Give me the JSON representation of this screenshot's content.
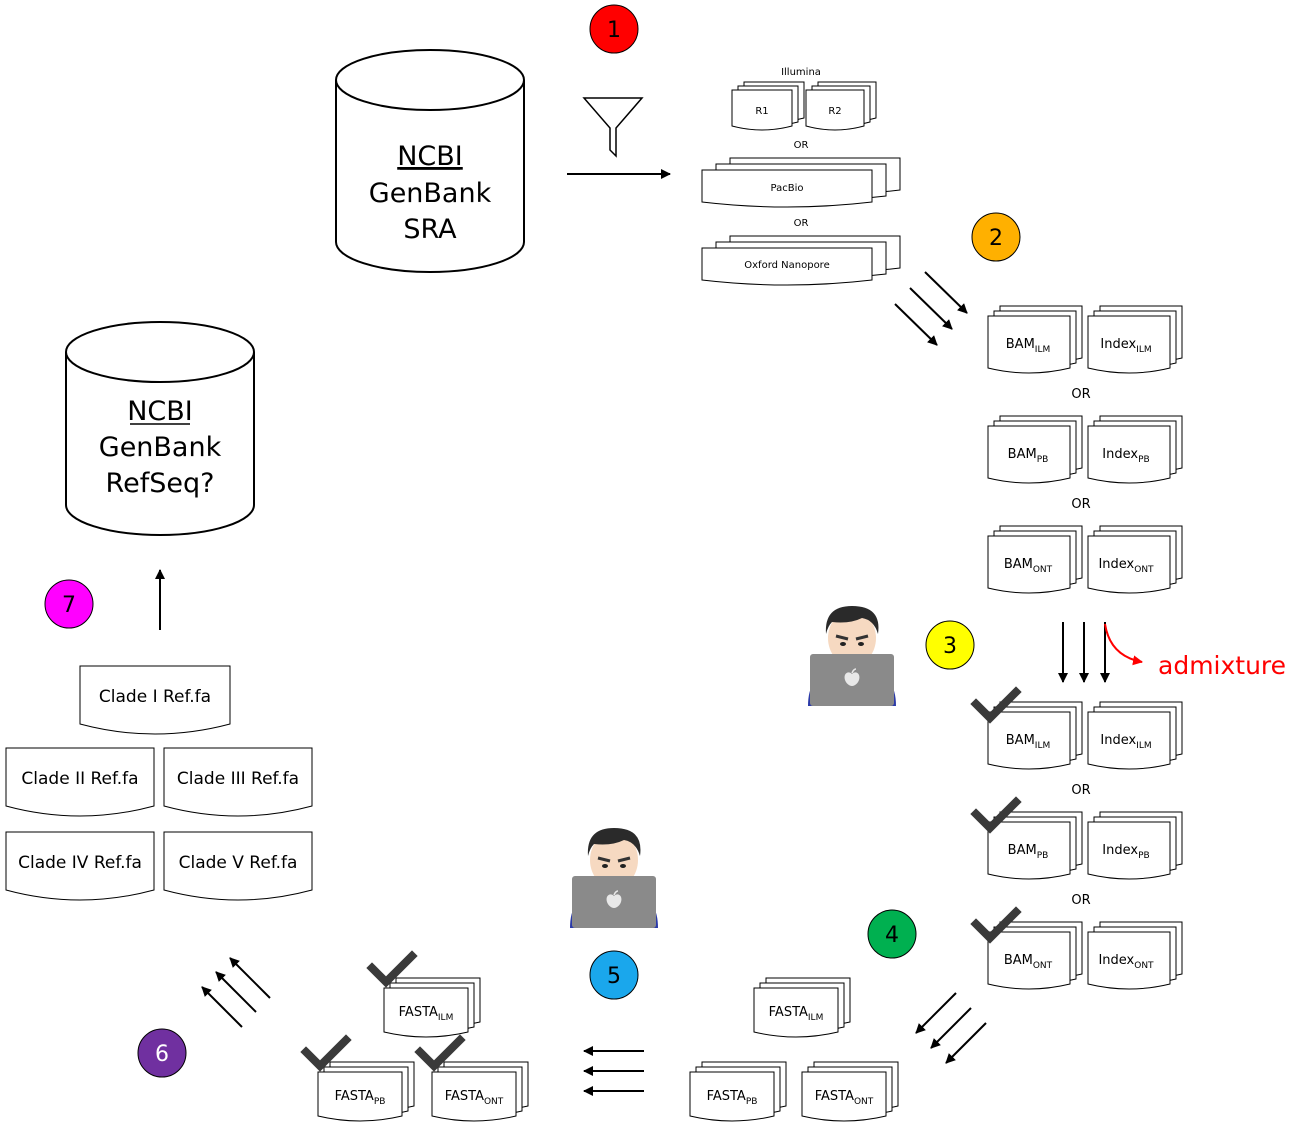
{
  "steps": [
    {
      "label": "1",
      "color": "#ff0000"
    },
    {
      "label": "2",
      "color": "#ffb000"
    },
    {
      "label": "3",
      "color": "#ffff00"
    },
    {
      "label": "4",
      "color": "#00b050"
    },
    {
      "label": "5",
      "color": "#1aa7ec"
    },
    {
      "label": "6",
      "color": "#7030a0"
    },
    {
      "label": "7",
      "color": "#ff00ff"
    }
  ],
  "source_db": {
    "line1": "NCBI",
    "line2": "GenBank",
    "line3": "SRA"
  },
  "target_db": {
    "line1": "NCBI",
    "line2": "GenBank",
    "line3": "RefSeq?"
  },
  "reads": {
    "illumina": "Illumina",
    "r1": "R1",
    "r2": "R2",
    "or": "OR",
    "pacbio": "PacBio",
    "ont": "Oxford Nanopore"
  },
  "aligned": {
    "bam": "BAM",
    "index": "Index",
    "or": "OR",
    "ilm": "ILM",
    "pb": "PB",
    "ont": "ONT"
  },
  "admixture": {
    "label": "admixture",
    "color": "#ff0000"
  },
  "fasta": {
    "label": "FASTA",
    "ilm": "ILM",
    "pb": "PB",
    "ont": "ONT"
  },
  "clades": [
    "Clade I Ref.fa",
    "Clade II Ref.fa",
    "Clade III Ref.fa",
    "Clade IV Ref.fa",
    "Clade V Ref.fa"
  ]
}
